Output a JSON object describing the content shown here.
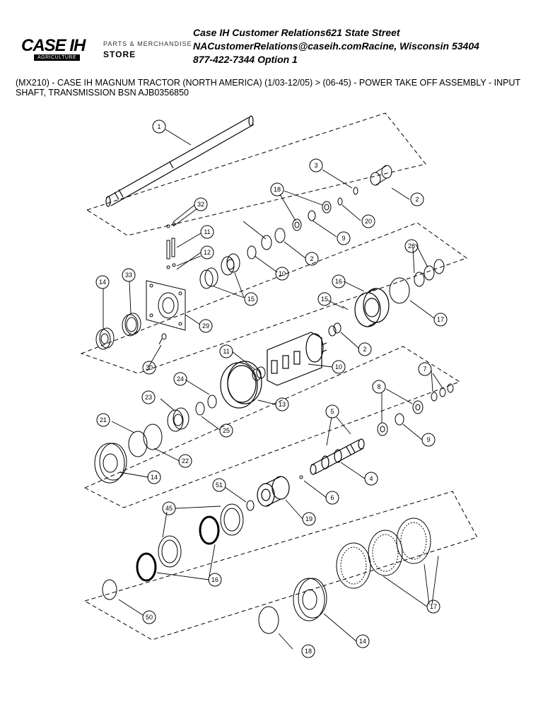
{
  "header": {
    "logo_main": "CASE IH",
    "logo_sub": "AGRICULTURE",
    "store_sub": "PARTS & MERCHANDISE",
    "store_main": "STORE",
    "contact_line1": "Case IH Customer Relations621 State Street",
    "contact_line2": "NACustomerRelations@caseih.comRacine, Wisconsin 53404",
    "contact_line3": "877-422-7344 Option 1"
  },
  "breadcrumb": "(MX210) - CASE IH MAGNUM TRACTOR (NORTH AMERICA) (1/03-12/05) > (06-45) - POWER TAKE OFF ASSEMBLY - INPUT SHAFT, TRANSMISSION BSN AJB0356850",
  "callouts": [
    "1",
    "2",
    "3",
    "18",
    "20",
    "9",
    "32",
    "11",
    "12",
    "10",
    "2",
    "15",
    "14",
    "33",
    "29",
    "30",
    "28",
    "16",
    "17",
    "15",
    "2",
    "11",
    "10",
    "13",
    "24",
    "23",
    "21",
    "25",
    "22",
    "14",
    "7",
    "8",
    "9",
    "5",
    "4",
    "6",
    "51",
    "19",
    "45",
    "16",
    "50",
    "18",
    "14",
    "17"
  ]
}
